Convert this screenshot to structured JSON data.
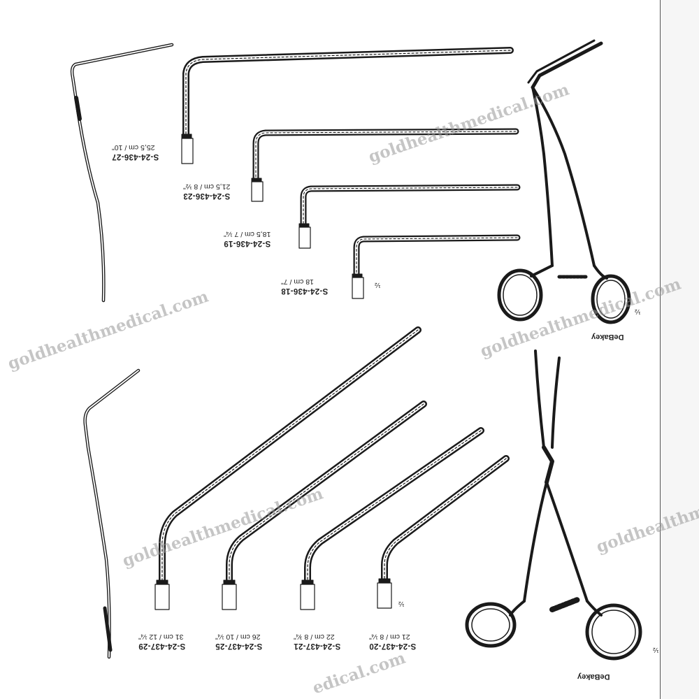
{
  "upper_set": {
    "items": [
      {
        "code": "S-24-436-27",
        "size": "25,5 cm / 10\""
      },
      {
        "code": "S-24-436-23",
        "size": "21,5 cm / 8 ½\""
      },
      {
        "code": "S-24-436-19",
        "size": "18,5 cm / 7 ¼\""
      },
      {
        "code": "S-24-436-18",
        "size": "18 cm / 7\""
      }
    ],
    "scale": "½",
    "clamp_scale": "½",
    "brand": "DeBakey"
  },
  "lower_set": {
    "items": [
      {
        "code": "S-24-437-29",
        "size": "31 cm / 12 ¼\""
      },
      {
        "code": "S-24-437-25",
        "size": "26 cm / 10 ¼\""
      },
      {
        "code": "S-24-437-21",
        "size": "22 cm / 8 ¾\""
      },
      {
        "code": "S-24-437-20",
        "size": "21 cm / 8 ¼\""
      }
    ],
    "scale": "½",
    "clamp_scale": "½",
    "brand": "DeBakey"
  },
  "watermark": {
    "text": "goldhealthmedical.com",
    "partial_right": "goldhealthme",
    "partial_bottom": "edical.com"
  },
  "colors": {
    "ink": "#1a1a1a",
    "watermark": "#969696",
    "border": "#555555"
  }
}
